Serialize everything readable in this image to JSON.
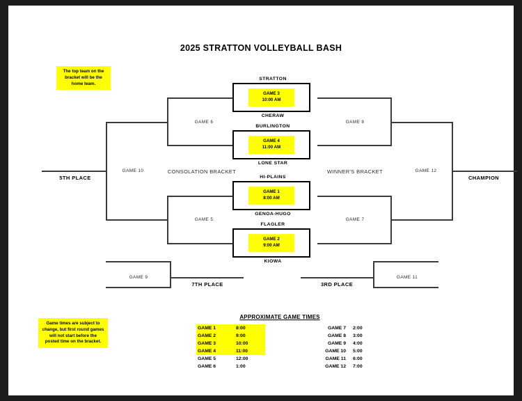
{
  "page": {
    "title": "2025 STRATTON VOLLEYBALL BASH",
    "accent_yellow": "#ffff00",
    "line_color": "#3a3a3a",
    "border_color": "#1c1c1c"
  },
  "notes": {
    "home_team": "The top team on the bracket will be the home team.",
    "game_times": "Game times are subject to change, but first round games will not start before the posted time on the bracket."
  },
  "bracket_labels": {
    "consolation": "CONSOLATION BRACKET",
    "winners": "WINNER'S BRACKET",
    "fifth_place": "5TH PLACE",
    "champion": "CHAMPION",
    "seventh_place": "7TH PLACE",
    "third_place": "3RD PLACE",
    "game5": "GAME 5",
    "game6": "GAME 6",
    "game7": "GAME 7",
    "game8": "GAME 8",
    "game9": "GAME 9",
    "game10": "GAME 10",
    "game11": "GAME 11",
    "game12": "GAME 12"
  },
  "first_round": [
    {
      "id": "game3",
      "label": "GAME 3",
      "time": "10:00 AM",
      "top_team": "STRATTON",
      "bottom_team": "CHERAW"
    },
    {
      "id": "game4",
      "label": "GAME 4",
      "time": "11:00 AM",
      "top_team": "BURLINGTON",
      "bottom_team": "LONE STAR"
    },
    {
      "id": "game1",
      "label": "GAME 1",
      "time": "8:00 AM",
      "top_team": "HI-PLAINS",
      "bottom_team": "GENOA-HUGO"
    },
    {
      "id": "game2",
      "label": "GAME 2",
      "time": "9:00 AM",
      "top_team": "FLAGLER",
      "bottom_team": "KIOWA"
    }
  ],
  "game_times": {
    "heading": "APPROXIMATE GAME TIMES",
    "left": [
      {
        "game": "GAME 1",
        "time": "8:00",
        "highlight": true
      },
      {
        "game": "GAME 2",
        "time": "9:00",
        "highlight": true
      },
      {
        "game": "GAME 3",
        "time": "10:00",
        "highlight": true
      },
      {
        "game": "GAME 4",
        "time": "11:00",
        "highlight": true
      },
      {
        "game": "GAME 5",
        "time": "12:00",
        "highlight": false
      },
      {
        "game": "GAME 6",
        "time": "1:00",
        "highlight": false
      }
    ],
    "right": [
      {
        "game": "GAME 7",
        "time": "2:00",
        "highlight": false
      },
      {
        "game": "GAME 8",
        "time": "3:00",
        "highlight": false
      },
      {
        "game": "GAME 9",
        "time": "4:00",
        "highlight": false
      },
      {
        "game": "GAME 10",
        "time": "5:00",
        "highlight": false
      },
      {
        "game": "GAME 11",
        "time": "6:00",
        "highlight": false
      },
      {
        "game": "GAME 12",
        "time": "7:00",
        "highlight": false
      }
    ]
  }
}
